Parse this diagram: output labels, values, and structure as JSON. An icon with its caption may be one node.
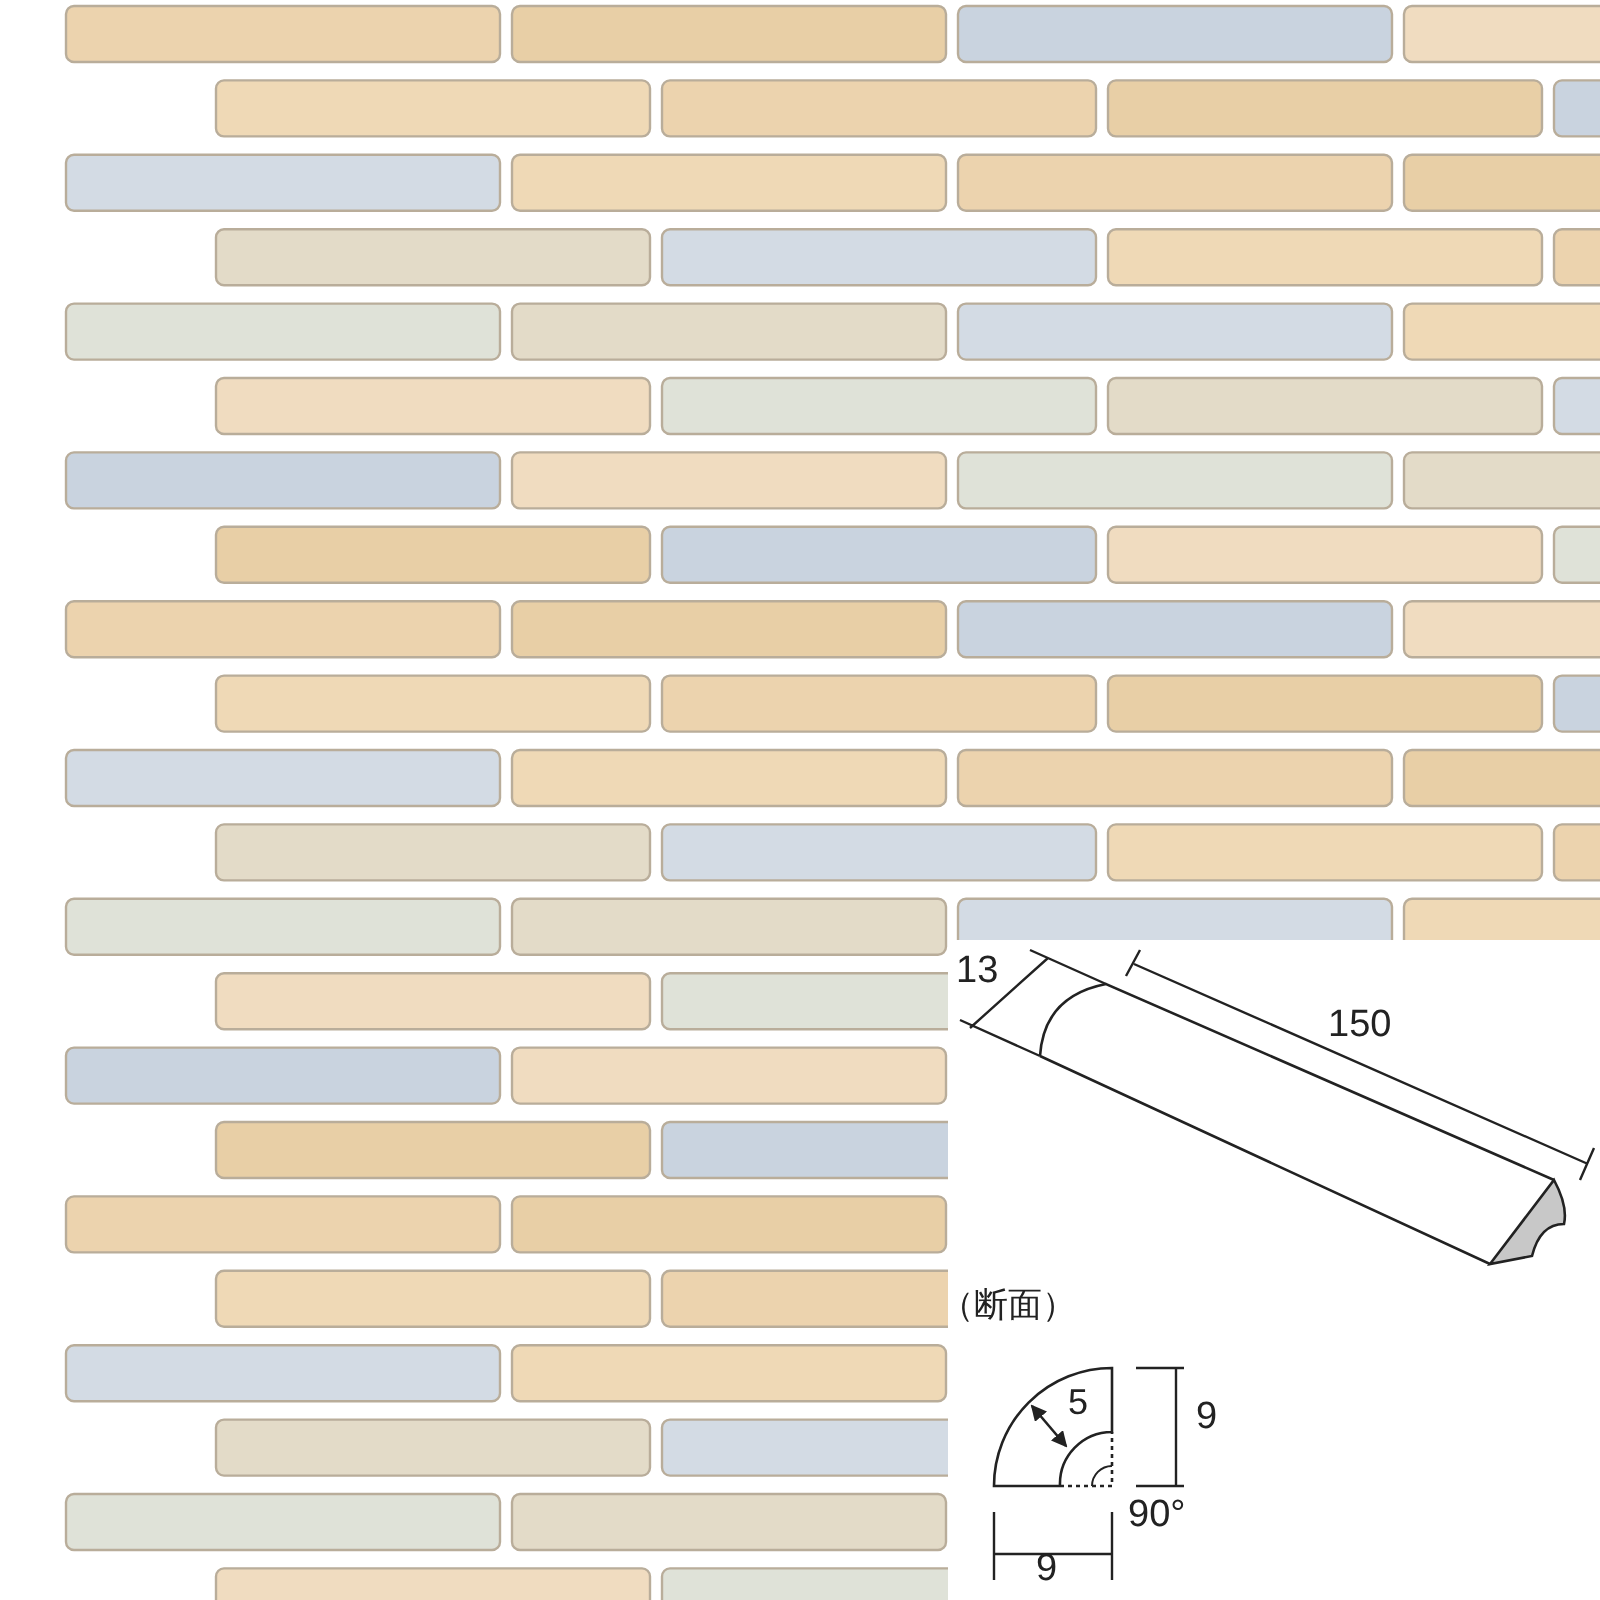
{
  "diagram": {
    "labels": [
      "13",
      "150",
      "（断面）",
      "5",
      "9",
      "90°",
      "9"
    ]
  }
}
